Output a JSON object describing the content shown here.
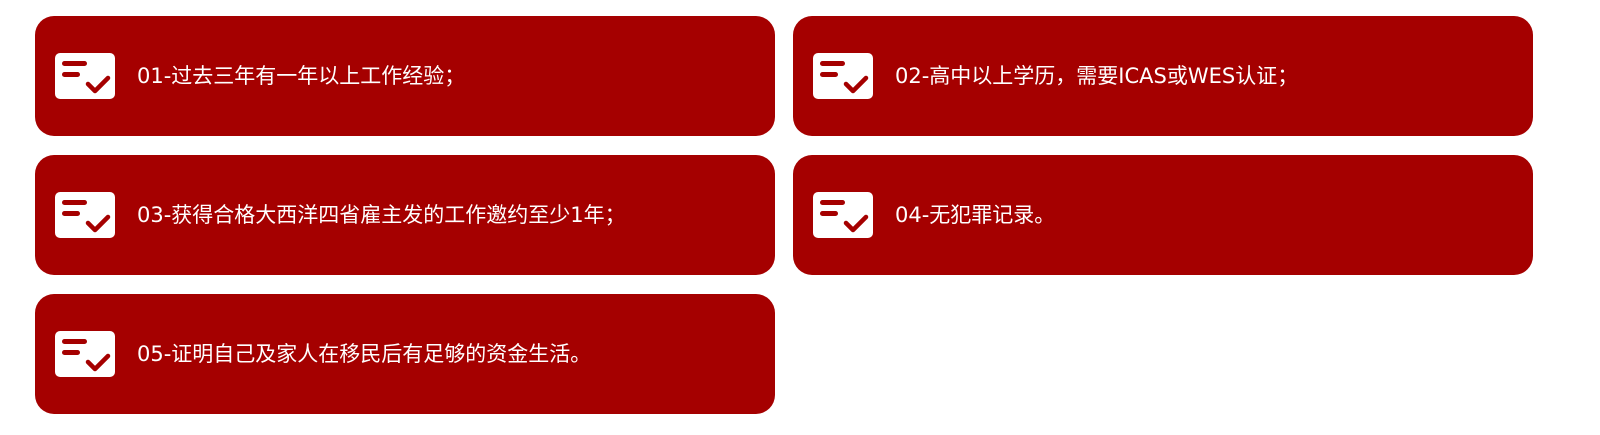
{
  "colors": {
    "card_background": "#a50000",
    "icon_background": "#ffffff",
    "text": "#ffffff"
  },
  "requirements": [
    {
      "number": "01",
      "text": "01-过去三年有一年以上工作经验；",
      "icon": "checklist-icon"
    },
    {
      "number": "02",
      "text": "02-高中以上学历，需要ICAS或WES认证；",
      "icon": "checklist-icon"
    },
    {
      "number": "03",
      "text": "03-获得合格大西洋四省雇主发的工作邀约至少1年；",
      "icon": "checklist-icon"
    },
    {
      "number": "04",
      "text": "04-无犯罪记录。",
      "icon": "checklist-icon"
    },
    {
      "number": "05",
      "text": "05-证明自己及家人在移民后有足够的资金生活。",
      "icon": "checklist-icon"
    }
  ]
}
